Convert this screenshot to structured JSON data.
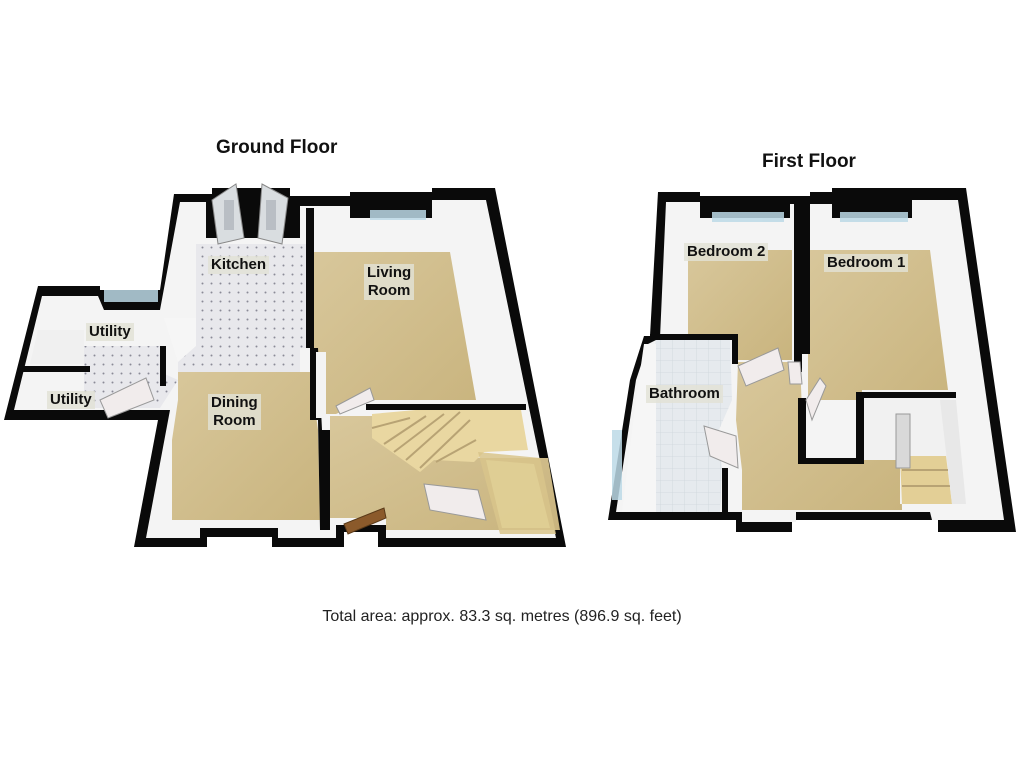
{
  "ground_floor": {
    "title": "Ground Floor",
    "rooms": {
      "kitchen": "Kitchen",
      "living_room": [
        "Living",
        "Room"
      ],
      "utility_upper": "Utility",
      "utility_lower": "Utility",
      "dining_room": [
        "Dining",
        "Room"
      ]
    }
  },
  "first_floor": {
    "title": "First Floor",
    "rooms": {
      "bedroom_2": "Bedroom 2",
      "bedroom_1": "Bedroom 1",
      "bathroom": "Bathroom"
    }
  },
  "total_area": "Total area: approx. 83.3 sq. metres (896.9 sq. feet)",
  "colors": {
    "carpet": "#d9c79a",
    "tile": "#e6e6e9",
    "wall": "#0a0a0a",
    "inner_wall": "#f3f3f3",
    "stairs": "#e8d49c",
    "window": "#bcd9e6"
  }
}
